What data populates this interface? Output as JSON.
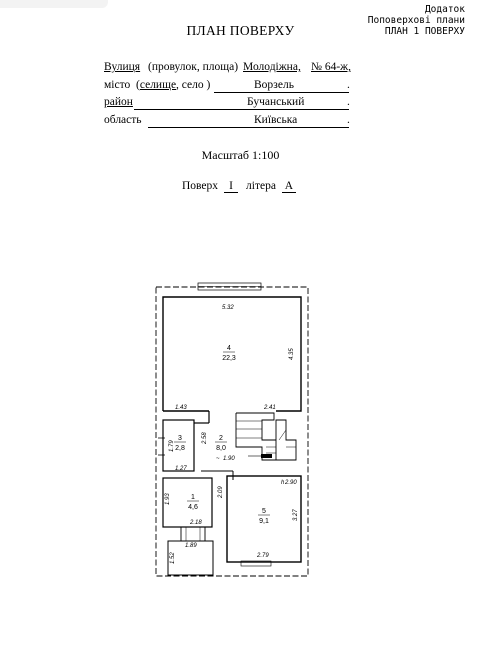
{
  "header": {
    "line1": "Додаток",
    "line2": "Поповерхові плани",
    "line3": "ПЛАН 1 ПОВЕРХУ"
  },
  "title": "ПЛАН ПОВЕРХУ",
  "address": {
    "street_label": "Вулиця",
    "street_hint": "(провулок, площа)",
    "street_value": "Молодіжна,",
    "number_value": "№ 64-ж,",
    "city_label": "місто",
    "city_hint_open": "(",
    "city_hint_selected": "селище",
    "city_hint_rest": ", село )",
    "city_value": "Ворзель",
    "district_label": "район",
    "district_value": "Бучанський",
    "region_label": "область",
    "region_value": "Київська",
    "end_mark": "."
  },
  "scale": "Масштаб 1:100",
  "floor": {
    "floor_label": "Поверх",
    "floor_value": "I",
    "letter_label": "літера",
    "letter_value": "А"
  },
  "plan": {
    "rooms": [
      {
        "number": "4",
        "area": "22,3"
      },
      {
        "number": "3",
        "area": "2,8"
      },
      {
        "number": "2",
        "area": "8,0"
      },
      {
        "number": "1",
        "area": "4,6"
      },
      {
        "number": "5",
        "area": "9,1"
      }
    ],
    "dimensions": {
      "top_width": "5.32",
      "right_height": "4.35",
      "room4_bottom_left": "1.43",
      "room4_bottom_right": "2.41",
      "room3_height": "1.79",
      "room3_width": "1.27",
      "room2_height": "2.58",
      "room2_width": "1.90",
      "room1_height": "1.93",
      "room1_inner": "2.09",
      "room1_width": "2.18",
      "room5_width_top": "2.90",
      "room5_height": "3.27",
      "room5_width_bottom": "2.79",
      "porch_width": "1.89",
      "porch_height": "1.52",
      "stair_mark": "h",
      "room2_prefix": "~"
    }
  }
}
